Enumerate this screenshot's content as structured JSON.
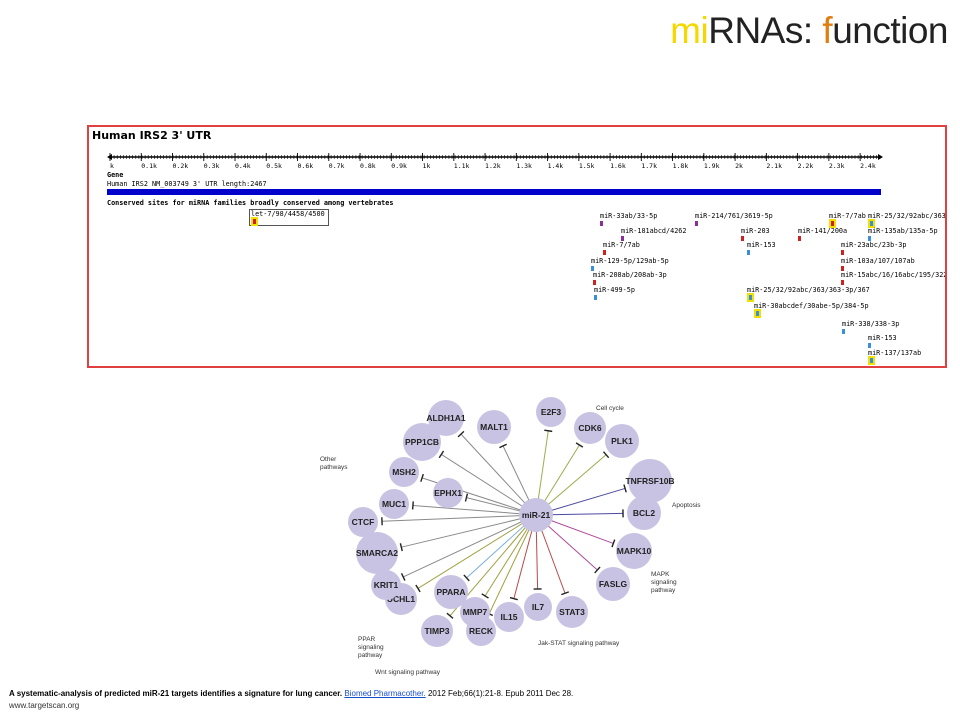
{
  "title": {
    "part1": "mi",
    "part2": "RNAs: ",
    "part3": "f",
    "part4": "unction"
  },
  "utr": {
    "title": "Human IRS2 3' UTR",
    "scale_ticks": [
      "k",
      "0.1k",
      "0.2k",
      "0.3k",
      "0.4k",
      "0.5k",
      "0.6k",
      "0.7k",
      "0.8k",
      "0.9k",
      "1k",
      "1.1k",
      "1.2k",
      "1.3k",
      "1.4k",
      "1.5k",
      "1.6k",
      "1.7k",
      "1.8k",
      "1.9k",
      "2k",
      "2.1k",
      "2.2k",
      "2.3k",
      "2.4k"
    ],
    "gene_label": "Gene",
    "gene_info": "Human IRS2 NM_003749 3' UTR length:2467",
    "conserved_label": "Conserved sites for miRNA families broadly conserved among vertebrates",
    "sites": [
      {
        "label": "let-7/98/4458/4500",
        "color": "#cc2222",
        "highlight": true,
        "boxed": true
      },
      {
        "label": "miR-33ab/33-5p",
        "color": "#8a2f9a"
      },
      {
        "label": "miR-181abcd/4262",
        "color": "#8a2f9a"
      },
      {
        "label": "miR-7/7ab",
        "color": "#cc2222"
      },
      {
        "label": "miR-129-5p/129ab-5p",
        "color": "#3a8fd8"
      },
      {
        "label": "miR-208ab/208ab-3p",
        "color": "#cc2222"
      },
      {
        "label": "miR-499-5p",
        "color": "#3a8fd8"
      },
      {
        "label": "miR-214/761/3619-5p",
        "color": "#8a2f9a"
      },
      {
        "label": "miR-203",
        "color": "#cc2222"
      },
      {
        "label": "miR-153",
        "color": "#3a8fd8"
      },
      {
        "label": "miR-141/200a",
        "color": "#cc2222"
      },
      {
        "label": "miR-7/7ab",
        "color": "#cc2222",
        "highlight": true
      },
      {
        "label": "miR-25/32/92abc/363",
        "color": "#3a8fd8",
        "highlight": true
      },
      {
        "label": "miR-135ab/135a-5p",
        "color": "#3a8fd8"
      },
      {
        "label": "miR-23abc/23b-3p",
        "color": "#cc2222"
      },
      {
        "label": "miR-103a/107/107ab",
        "color": "#cc2222"
      },
      {
        "label": "miR-15abc/16/16abc/195/322",
        "color": "#cc2222"
      },
      {
        "label": "miR-25/32/92abc/363/363-3p/367",
        "color": "#3a8fd8",
        "highlight": true
      },
      {
        "label": "miR-30abcdef/30abe-5p/384-5p",
        "color": "#3a8fd8",
        "highlight": true
      },
      {
        "label": "miR-338/338-3p",
        "color": "#3a8fd8"
      },
      {
        "label": "miR-153",
        "color": "#3a8fd8"
      },
      {
        "label": "miR-137/137ab",
        "color": "#3a8fd8",
        "highlight": true
      }
    ]
  },
  "network": {
    "center": "miR-21",
    "nodes": [
      {
        "label": "ALDH1A1",
        "color": "#8a8a8a"
      },
      {
        "label": "MALT1",
        "color": "#8a8a8a"
      },
      {
        "label": "E2F3",
        "color": "#9aae4c"
      },
      {
        "label": "CDK6",
        "color": "#9aae4c"
      },
      {
        "label": "PLK1",
        "color": "#9aae4c"
      },
      {
        "label": "TNFRSF10B",
        "color": "#4a4aa0"
      },
      {
        "label": "BCL2",
        "color": "#4a4aa0"
      },
      {
        "label": "MAPK10",
        "color": "#b04a9a"
      },
      {
        "label": "FASLG",
        "color": "#b04a9a"
      },
      {
        "label": "STAT3",
        "color": "#b84a4a"
      },
      {
        "label": "IL7",
        "color": "#b84a4a"
      },
      {
        "label": "IL15",
        "color": "#b84a4a"
      },
      {
        "label": "RECK",
        "color": "#a0a040"
      },
      {
        "label": "MMP7",
        "color": "#a0a040"
      },
      {
        "label": "TIMP3",
        "color": "#a0a040"
      },
      {
        "label": "PPARA",
        "color": "#7ab0d8"
      },
      {
        "label": "UCHL1",
        "color": "#a0a040"
      },
      {
        "label": "KRIT1",
        "color": "#8a8a8a"
      },
      {
        "label": "SMARCA2",
        "color": "#8a8a8a"
      },
      {
        "label": "CTCF",
        "color": "#8a8a8a"
      },
      {
        "label": "MUC1",
        "color": "#8a8a8a"
      },
      {
        "label": "MSH2",
        "color": "#8a8a8a"
      },
      {
        "label": "EPHX1",
        "color": "#8a8a8a"
      },
      {
        "label": "PPP1CB",
        "color": "#8a8a8a"
      }
    ],
    "group_labels": [
      "Cell cycle",
      "Other\npathways",
      "Apoptosis",
      "MAPK\nsignaling\npathway",
      "Jak-STAT signaling pathway",
      "PPAR\nsignaling\npathway",
      "Wnt signaling pathway"
    ],
    "node_fill": "#c9c3e3"
  },
  "caption": {
    "text_bold": "A systematic-analysis of predicted miR-21 targets identifies a signature for lung cancer.",
    "link": "Biomed Pharmacother.",
    "rest": " 2012 Feb;66(1):21-8. Epub 2011 Dec 28.",
    "source": "www.targetscan.org"
  }
}
